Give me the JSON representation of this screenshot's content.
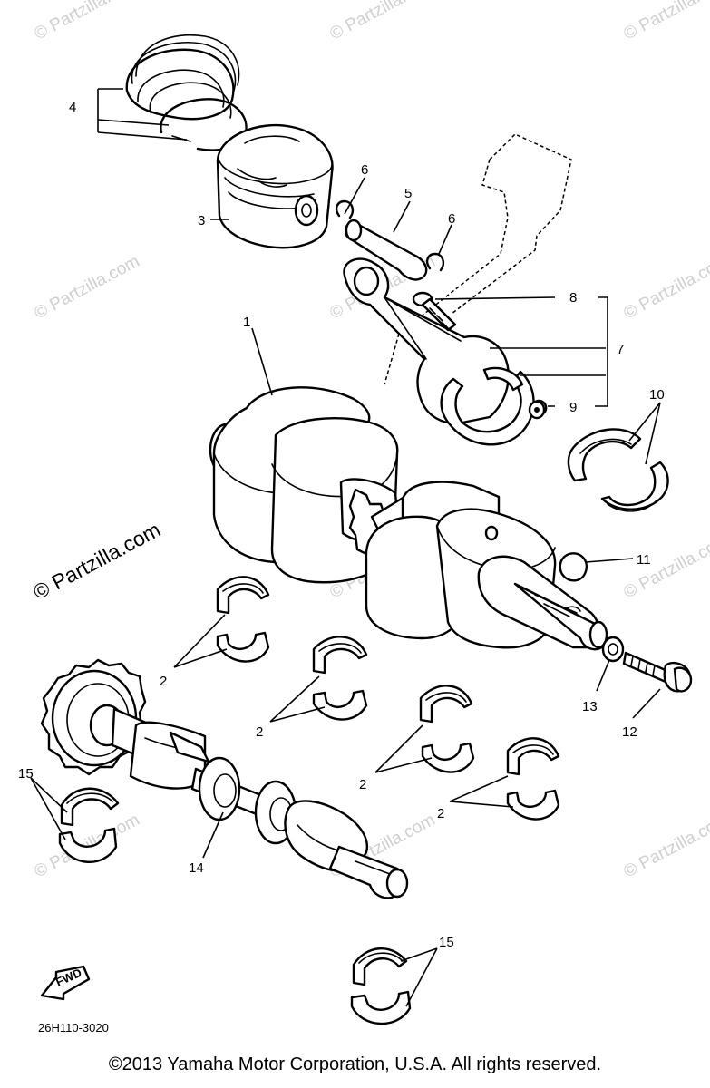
{
  "watermarks": {
    "text": "© Partzilla.com",
    "prominent": "© Partzilla.com"
  },
  "callouts": {
    "c1": "1",
    "c2a": "2",
    "c2b": "2",
    "c2c": "2",
    "c2d": "2",
    "c3": "3",
    "c4": "4",
    "c5": "5",
    "c6a": "6",
    "c6b": "6",
    "c7": "7",
    "c8": "8",
    "c9": "9",
    "c10": "10",
    "c11": "11",
    "c12": "12",
    "c13": "13",
    "c14": "14",
    "c15a": "15",
    "c15b": "15"
  },
  "fwd_label": "FWD",
  "diagram_code": "26H110-3020",
  "copyright": "©2013  Yamaha Motor Corporation, U.S.A. All rights reserved.",
  "colors": {
    "ink": "#000000",
    "watermark": "#cfcfcf",
    "background": "#ffffff"
  }
}
